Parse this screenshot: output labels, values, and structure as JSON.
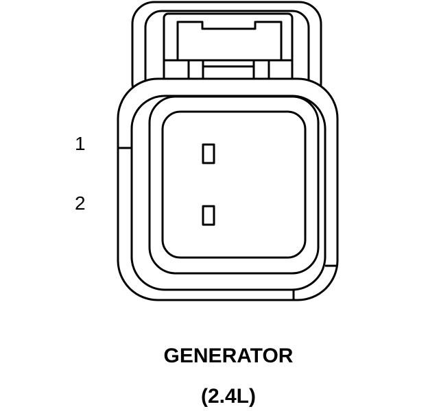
{
  "diagram": {
    "pin_labels": [
      "1",
      "2"
    ],
    "title": "GENERATOR",
    "subtitle": "(2.4L)"
  },
  "colors": {
    "stroke": "#000000",
    "background": "#ffffff"
  }
}
